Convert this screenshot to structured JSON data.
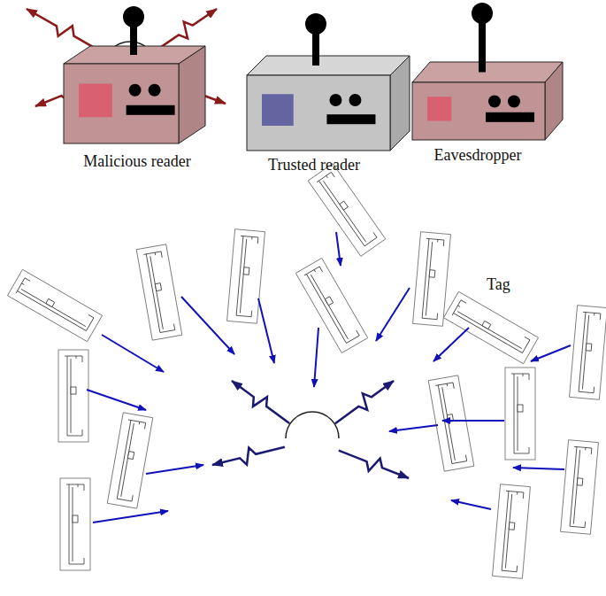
{
  "diagram": {
    "nodes": [
      {
        "text": [
          "Malicious reader"
        ]
      },
      {
        "text": [
          "Eavesdropper"
        ]
      },
      {
        "text": [
          "Trusted reader"
        ]
      }
    ],
    "labels": [
      "Tag"
    ]
  }
}
